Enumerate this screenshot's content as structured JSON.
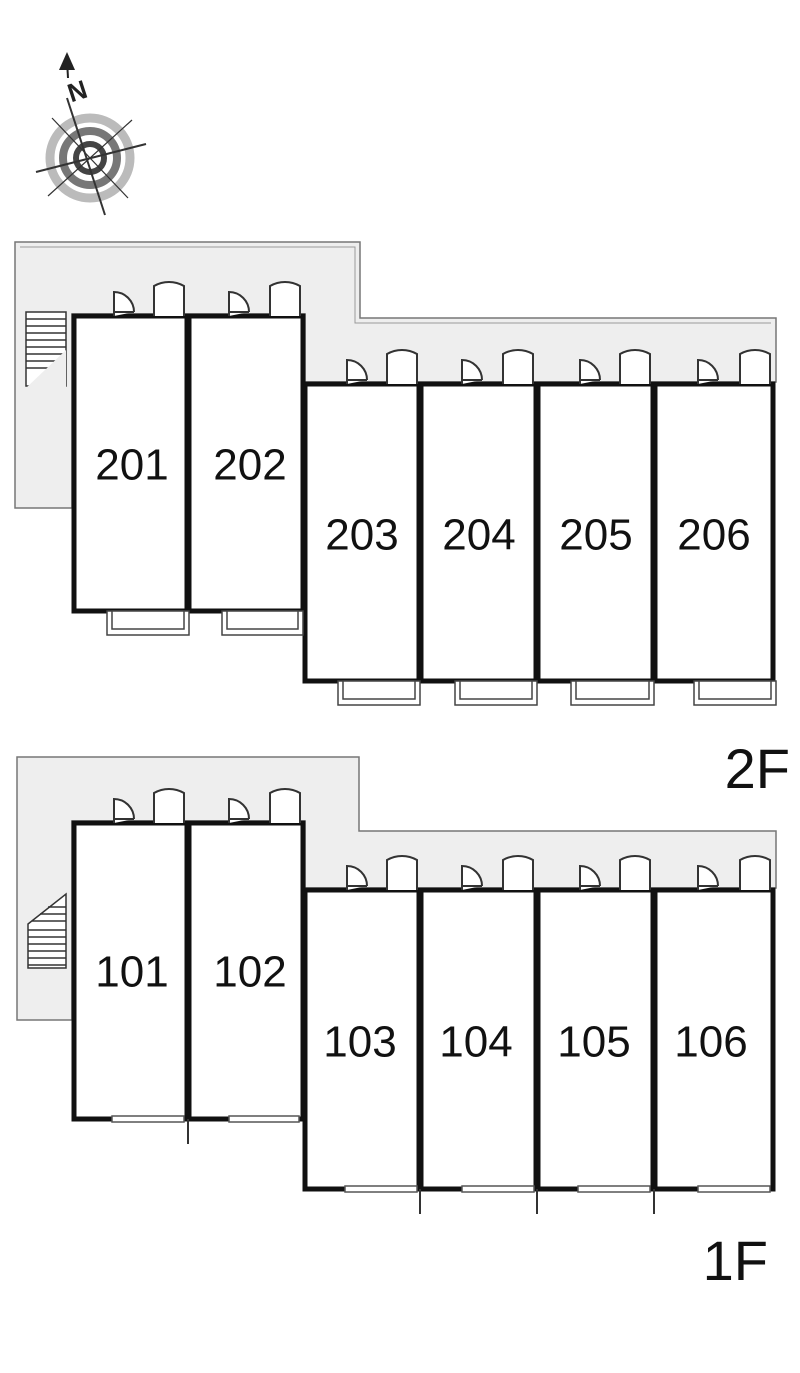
{
  "compass": {
    "north_label": "N",
    "icon": "compass-rose-icon"
  },
  "floors": [
    {
      "label": "2F",
      "units": [
        "201",
        "202",
        "203",
        "204",
        "205",
        "206"
      ]
    },
    {
      "label": "1F",
      "units": [
        "101",
        "102",
        "103",
        "104",
        "105",
        "106"
      ]
    }
  ],
  "colors": {
    "corridor": "#eeeeee",
    "wall": "#111111",
    "line": "#555555"
  }
}
